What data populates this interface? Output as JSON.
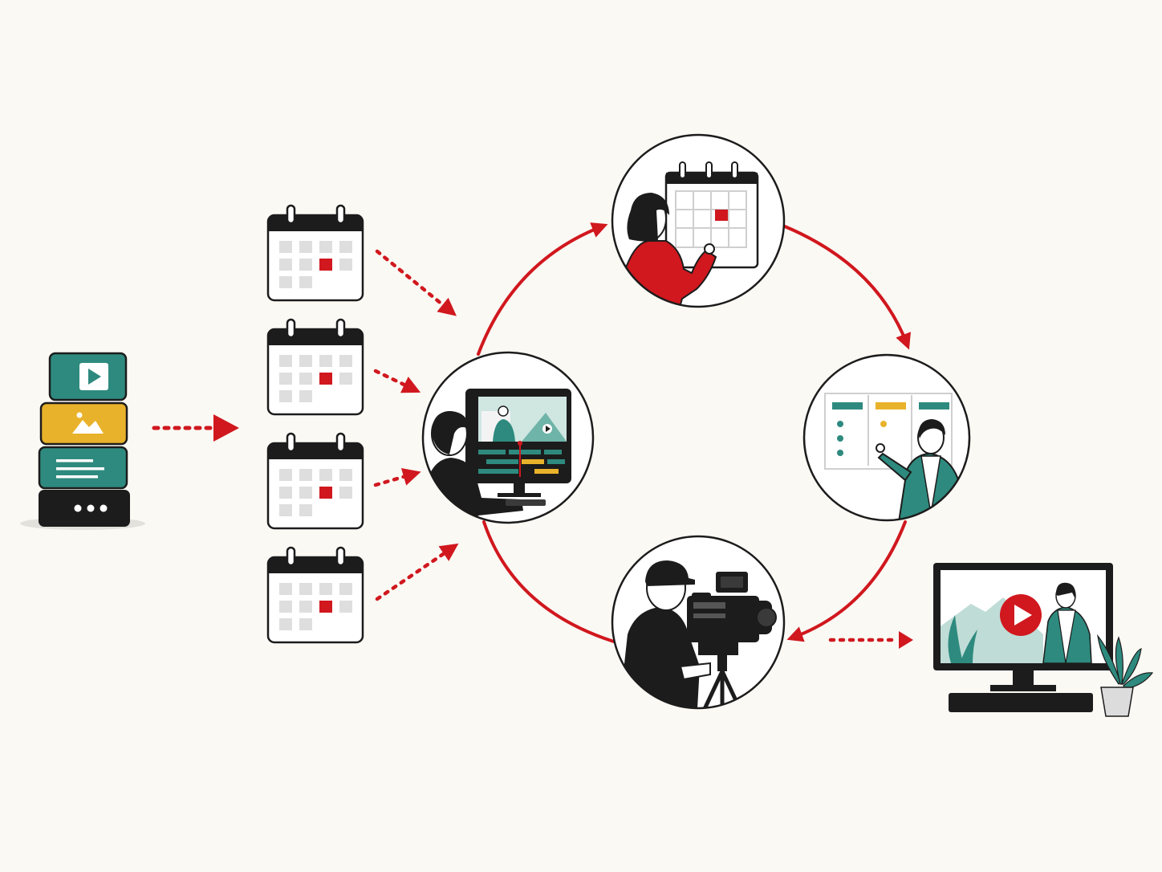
{
  "colors": {
    "background": "#fbf9f4",
    "accent_red": "#d0181e",
    "ink": "#1c1c1c",
    "teal": "#2e8a7e",
    "yellow": "#e9b22b",
    "light_gray": "#dedede",
    "skin": "#ffffff"
  },
  "stages": [
    {
      "id": "plan",
      "icon": "calendar-planning-icon"
    },
    {
      "id": "organize",
      "icon": "kanban-board-icon"
    },
    {
      "id": "record",
      "icon": "video-camera-icon"
    },
    {
      "id": "edit",
      "icon": "video-editing-icon"
    }
  ],
  "inputs": {
    "content_stack": [
      "play-icon",
      "image-icon",
      "text-icon",
      "more-dots-icon"
    ],
    "calendars_count_icon": "calendar-icon"
  },
  "output": {
    "icon": "monitor-play-icon"
  }
}
